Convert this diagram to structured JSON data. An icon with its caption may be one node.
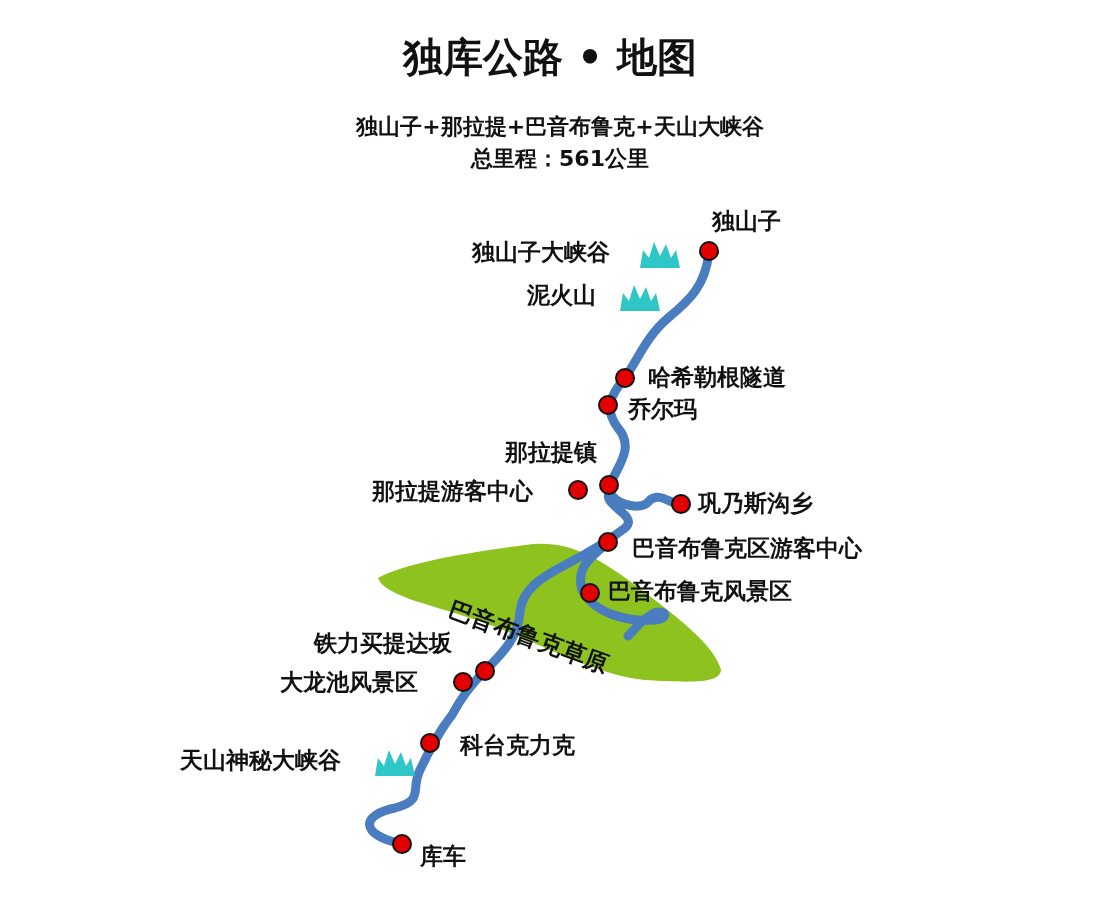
{
  "diagram": {
    "title": "独库公路 • 地图",
    "nodes": [
      {
        "text": [
          "巴音布鲁克草原"
        ]
      }
    ],
    "labels": [
      "独山子+那拉提+巴音布鲁克+天山大峡谷",
      "总里程：561公里",
      "独山子",
      "独山子大峡谷",
      "泥火山",
      "哈希勒根隧道",
      "乔尔玛",
      "那拉提镇",
      "那拉提游客中心",
      "巩乃斯沟乡",
      "巴音布鲁克区游客中心",
      "巴音布鲁克风景区",
      "铁力买提达坂",
      "大龙池风景区",
      "科台克力克",
      "天山神秘大峡谷",
      "库车"
    ]
  }
}
